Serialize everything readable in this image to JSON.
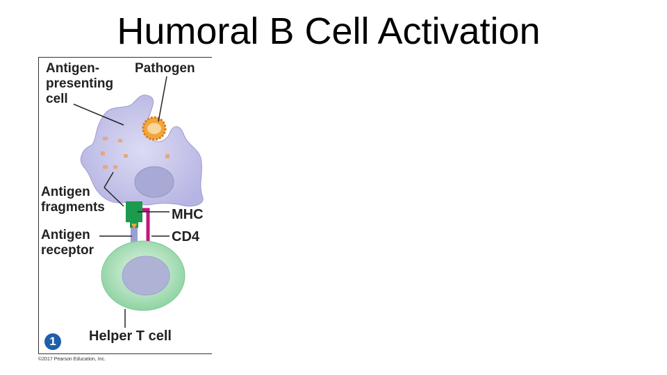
{
  "slide": {
    "title": "Humoral B Cell Activation"
  },
  "figure": {
    "labels": {
      "apc": "Antigen-\npresenting\ncell",
      "pathogen": "Pathogen",
      "antigen_fragments": "Antigen\nfragments",
      "antigen_receptor": "Antigen\nreceptor",
      "mhc": "MHC",
      "cd4": "CD4",
      "helper_t_cell": "Helper T cell"
    },
    "step_number": "1",
    "copyright": "©2017 Pearson Education, Inc."
  },
  "colors": {
    "apc_fill": "#c4c3e8",
    "apc_nucleus": "#a9a9d6",
    "pathogen": "#f3a53c",
    "fragment": "#e7a77d",
    "mhc": "#1c9a4e",
    "cd4": "#c2187b",
    "t_cell": "#a8e0b4",
    "t_nucleus": "#aeb3d6",
    "step_badge": "#1f5fa8"
  }
}
